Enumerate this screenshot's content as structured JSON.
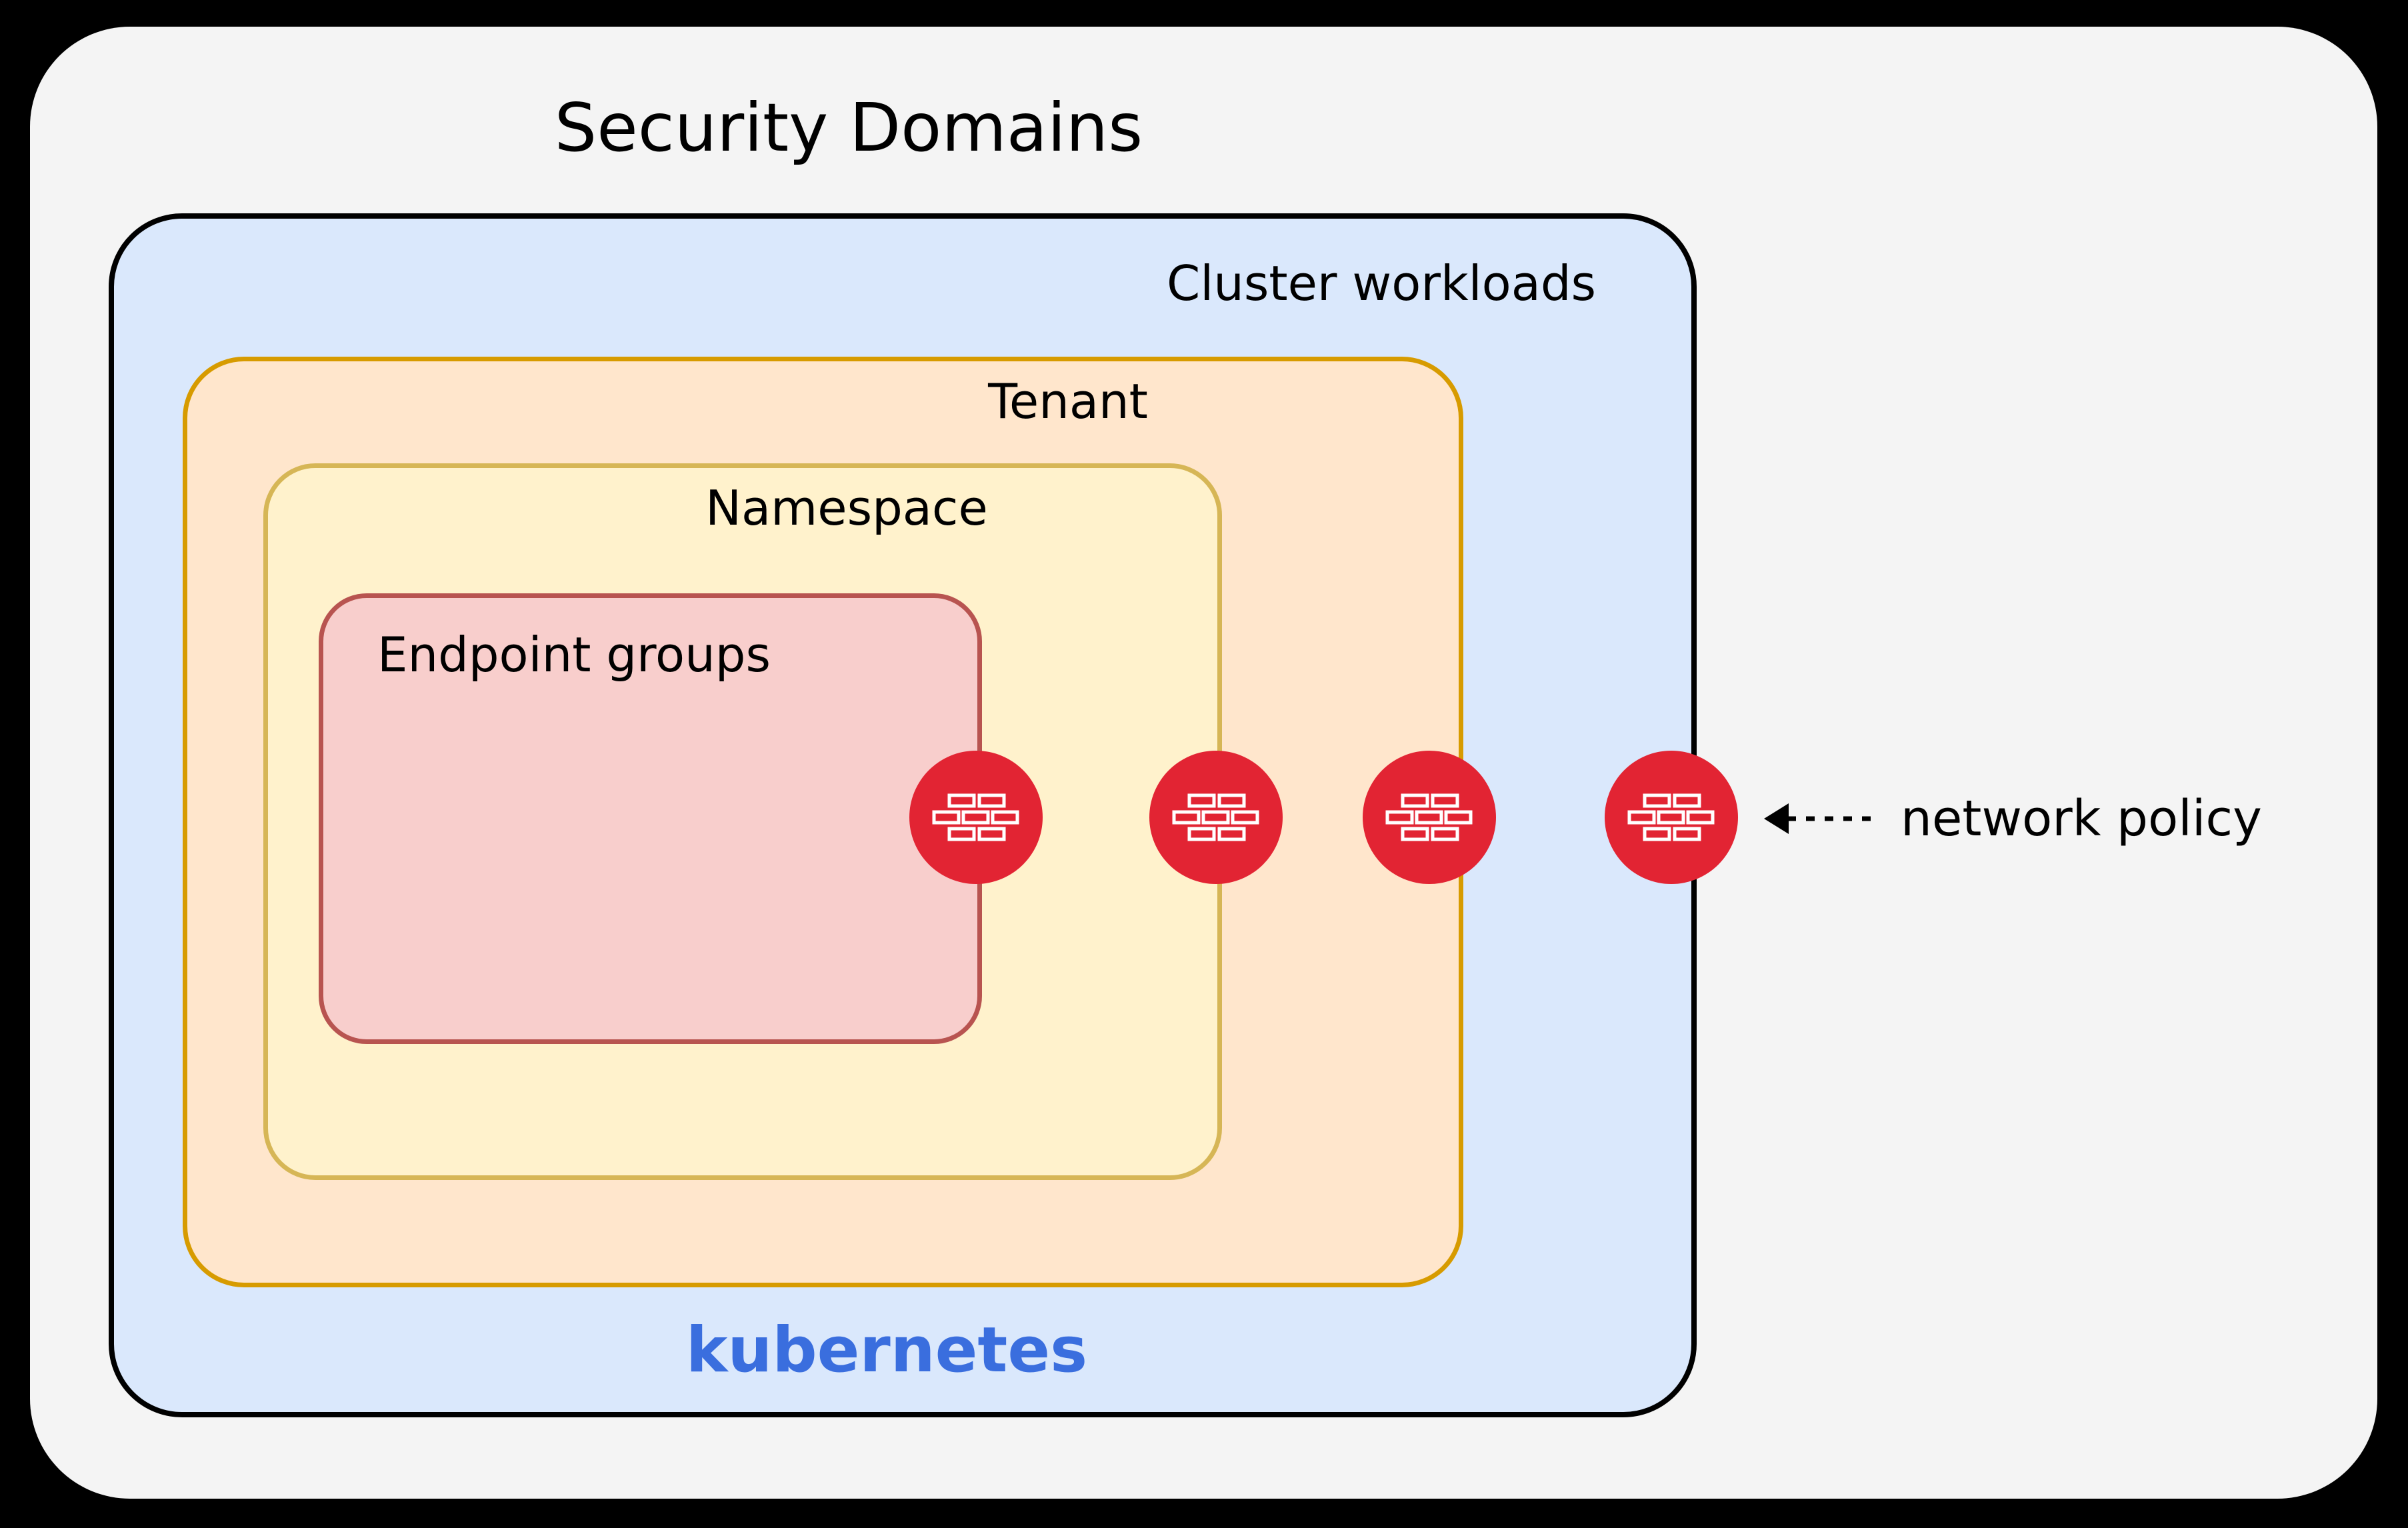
{
  "title": "Security Domains",
  "layers": {
    "cluster": {
      "label": "Cluster workloads"
    },
    "tenant": {
      "label": "Tenant"
    },
    "namespace": {
      "label": "Namespace"
    },
    "endpoint": {
      "label": "Endpoint groups"
    }
  },
  "platform": {
    "label": "kubernetes"
  },
  "legend": {
    "arrow_label": "network policy"
  },
  "firewalls": {
    "icon": "firewall-brick-wall-icon",
    "count": 4,
    "placements": [
      "endpoint-groups-boundary",
      "namespace-boundary",
      "tenant-boundary",
      "cluster-workloads-boundary"
    ]
  },
  "colors": {
    "page_background": "#000000",
    "canvas_background": "#F4F4F4",
    "cluster_fill": "#DAE8FC",
    "cluster_border": "#000000",
    "tenant_fill": "#FFE6CC",
    "tenant_border": "#D79B00",
    "namespace_fill": "#FFF2CC",
    "namespace_border": "#D6B656",
    "endpoint_fill": "#F8CECC",
    "endpoint_border": "#B85450",
    "firewall_red": "#E22433",
    "kubernetes_blue": "#3A6EDE",
    "text": "#000000"
  }
}
